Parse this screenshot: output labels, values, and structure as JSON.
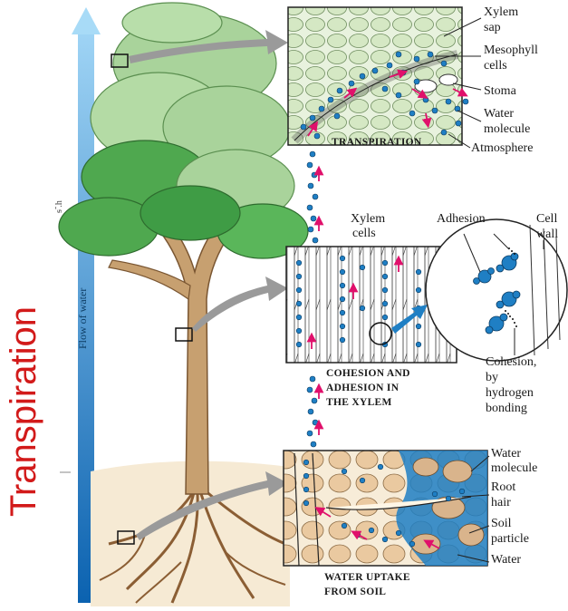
{
  "title": "Transpiration",
  "flow_label": "Flow of water",
  "side_marks": "ᵴ̃ .h",
  "panels": {
    "top": {
      "caption": "TRANSPIRATION",
      "labels": [
        "Xylem",
        "sap",
        "Mesophyll",
        "cells",
        "Stoma",
        "Water",
        "molecule",
        "Atmosphere"
      ]
    },
    "middle": {
      "caption_lines": [
        "COHESION AND",
        "ADHESION IN",
        "THE XYLEM"
      ],
      "labels": [
        "Xylem",
        "cells",
        "Adhesion",
        "Cell",
        "wall",
        "Cohesion,",
        "by",
        "hydrogen",
        "bonding"
      ]
    },
    "bottom": {
      "caption_lines": [
        "WATER UPTAKE",
        "FROM SOIL"
      ],
      "labels": [
        "Water",
        "molecule",
        "Root",
        "hair",
        "Soil",
        "particle",
        "Water"
      ]
    }
  },
  "colors": {
    "title_red": "#d21a1a",
    "flow_arrow_blue": "#2f8fd8",
    "water_blue": "#1f7fc4",
    "arrow_pink": "#e0106b",
    "foliage_light": "#a9d39b",
    "foliage_dark": "#3f9c45",
    "trunk": "#b98d5e",
    "soil": "#f3e7cf"
  }
}
